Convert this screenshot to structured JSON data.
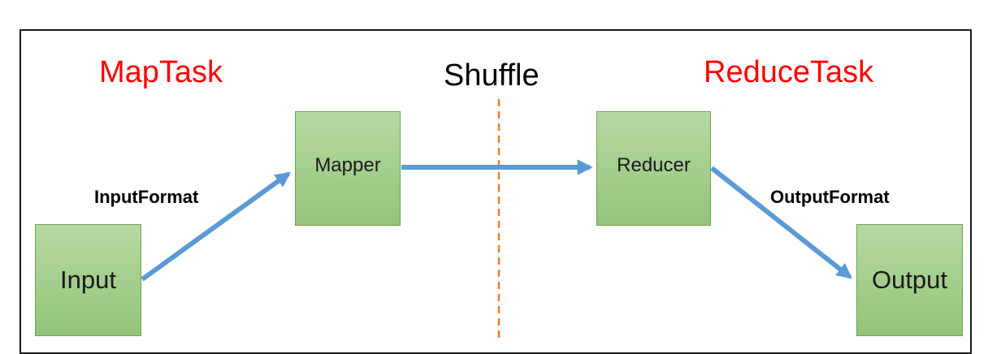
{
  "stages": {
    "map": {
      "label": "MapTask",
      "color": "#ff0000"
    },
    "shuffle": {
      "label": "Shuffle",
      "color": "#000000"
    },
    "reduce": {
      "label": "ReduceTask",
      "color": "#ff0000"
    }
  },
  "nodes": {
    "input": "Input",
    "mapper": "Mapper",
    "reducer": "Reducer",
    "output": "Output"
  },
  "edges": {
    "input_format": "InputFormat",
    "output_format": "OutputFormat"
  },
  "colors": {
    "arrow": "#5b9bd5",
    "box_fill": "#a9d18e",
    "box_border": "#6fa356",
    "divider": "#ed7d31"
  }
}
